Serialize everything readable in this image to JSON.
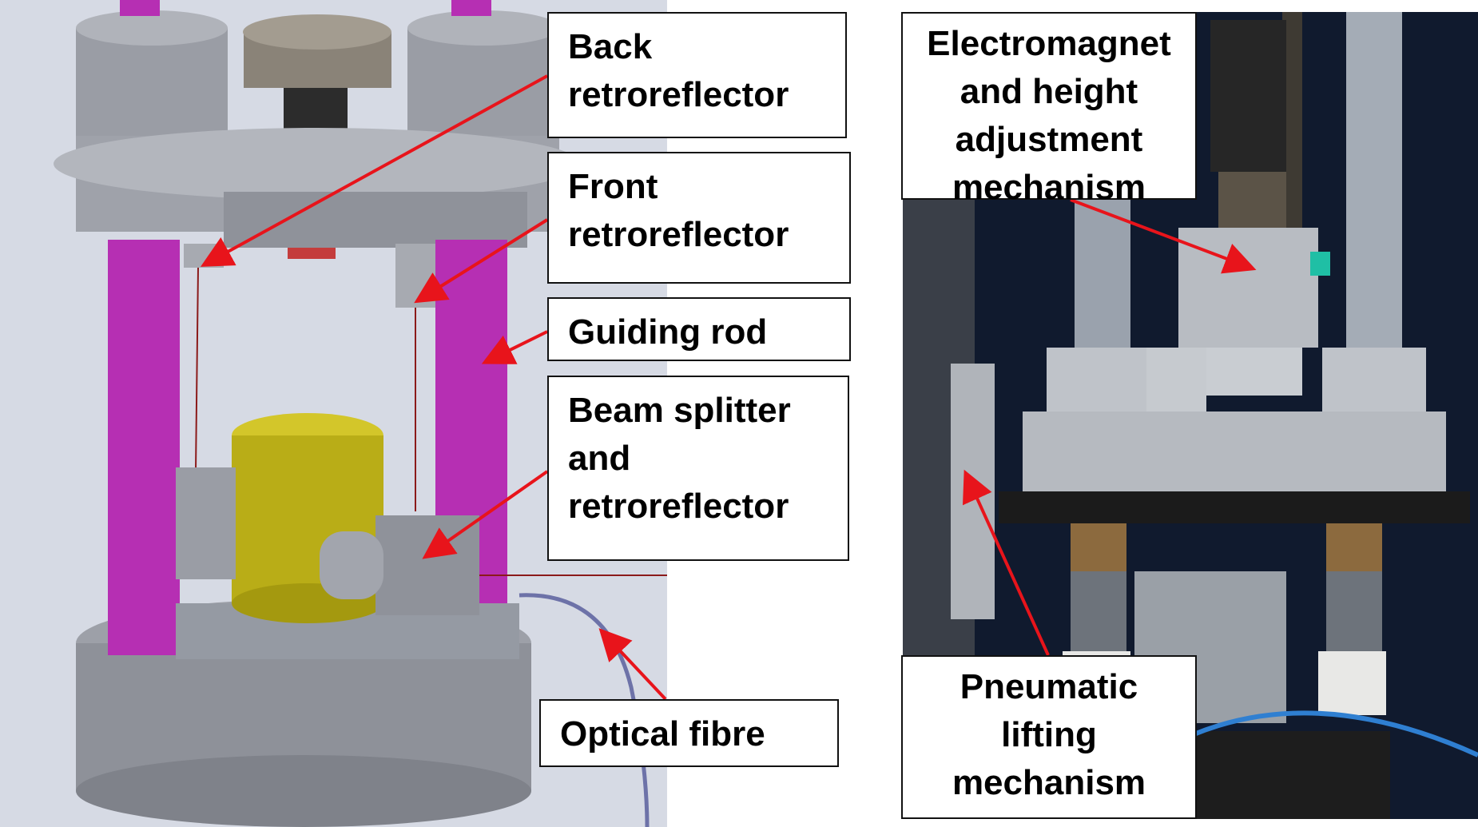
{
  "labels": {
    "back_retroreflector": "Back\nretroreflector",
    "front_retroreflector": "Front\nretroreflector",
    "guiding_rod": "Guiding rod",
    "beam_splitter": "Beam splitter\nand\nretroreflector",
    "optical_fibre": "Optical fibre",
    "electromagnet": "Electromagnet\nand height\nadjustment\nmechanism",
    "pneumatic_lifting": "Pneumatic\nlifting\nmechanism"
  },
  "colors": {
    "arrow": "#e8141b",
    "guiding_rod": "#b62fb3",
    "cad_metal": "#8d9099",
    "beam_splitter_body": "#b9ad17",
    "laser_beam": "#8b1a1a",
    "label_border": "#111111"
  }
}
